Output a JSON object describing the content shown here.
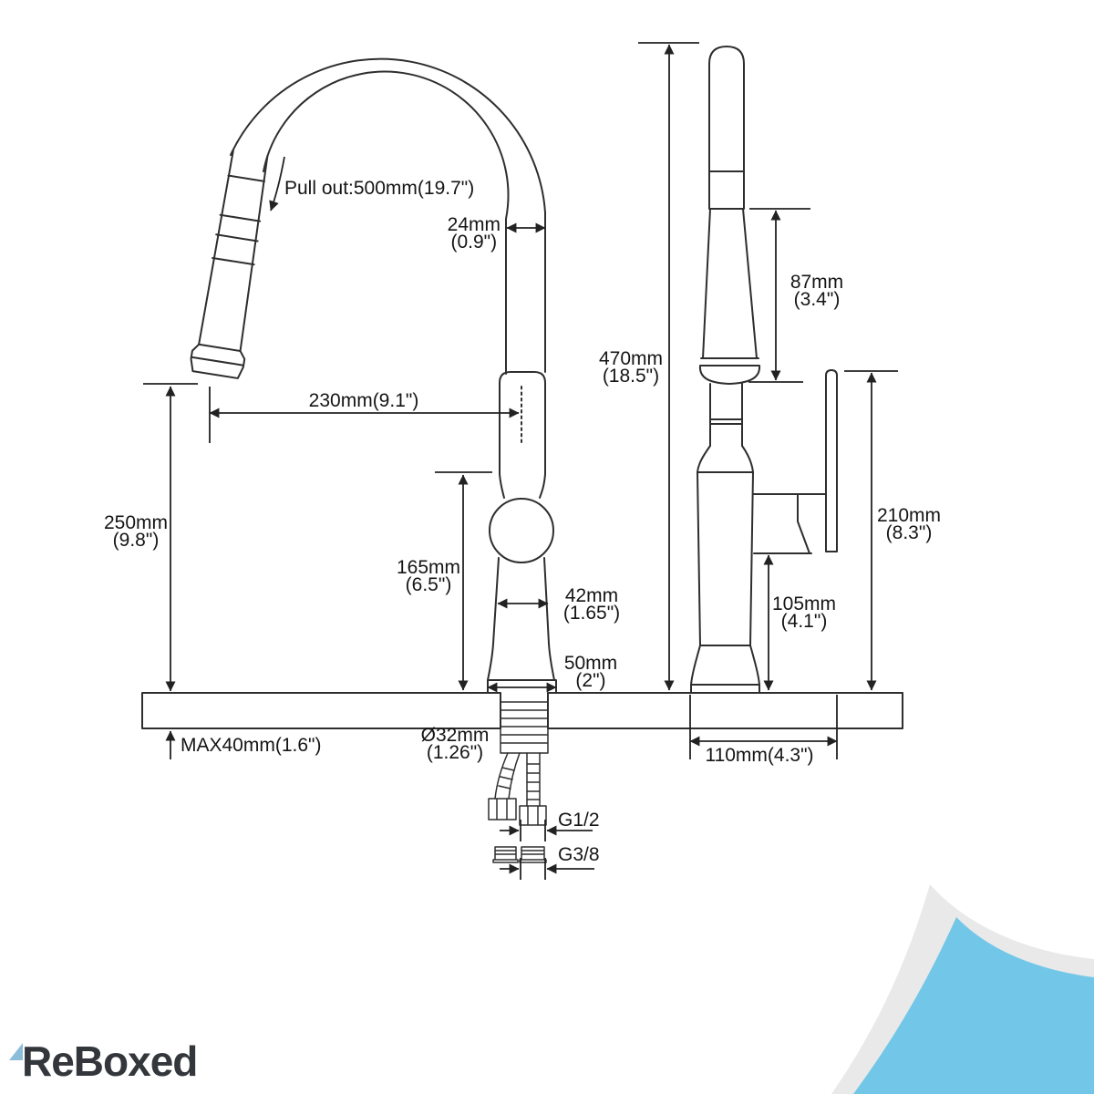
{
  "page": {
    "background": "#ffffff"
  },
  "logo": {
    "brand": "ReBoxed",
    "accent_color": "#8bbdd9",
    "text_color": "#33373c"
  },
  "corner_decoration": {
    "accent_color": "#72c7e8",
    "shadow_color": "#e9e9e9"
  },
  "diagram": {
    "labels": {
      "pull_out": "Pull out:500mm(19.7\")",
      "spout_tube_width": {
        "mm": "24mm",
        "inch": "(0.9\")"
      },
      "spout_reach": "230mm(9.1\")",
      "total_height": {
        "mm": "470mm",
        "inch": "(18.5\")"
      },
      "sprayer_length": {
        "mm": "87mm",
        "inch": "(3.4\")"
      },
      "spout_clearance": {
        "mm": "250mm",
        "inch": "(9.8\")"
      },
      "body_height": {
        "mm": "165mm",
        "inch": "(6.5\")"
      },
      "body_width": {
        "mm": "42mm",
        "inch": "(1.65\")"
      },
      "base_width": {
        "mm": "50mm",
        "inch": "(2\")"
      },
      "handle_bottom_height": {
        "mm": "105mm",
        "inch": "(4.1\")"
      },
      "handle_top_height": {
        "mm": "210mm",
        "inch": "(8.3\")"
      },
      "deck_thickness": "MAX40mm(1.6\")",
      "hole_diameter": {
        "mm": "Ø32mm",
        "inch": "(1.26\")"
      },
      "base_depth": "110mm(4.3\")",
      "thread_hose": "G1/2",
      "thread_supply": "G3/8"
    }
  }
}
